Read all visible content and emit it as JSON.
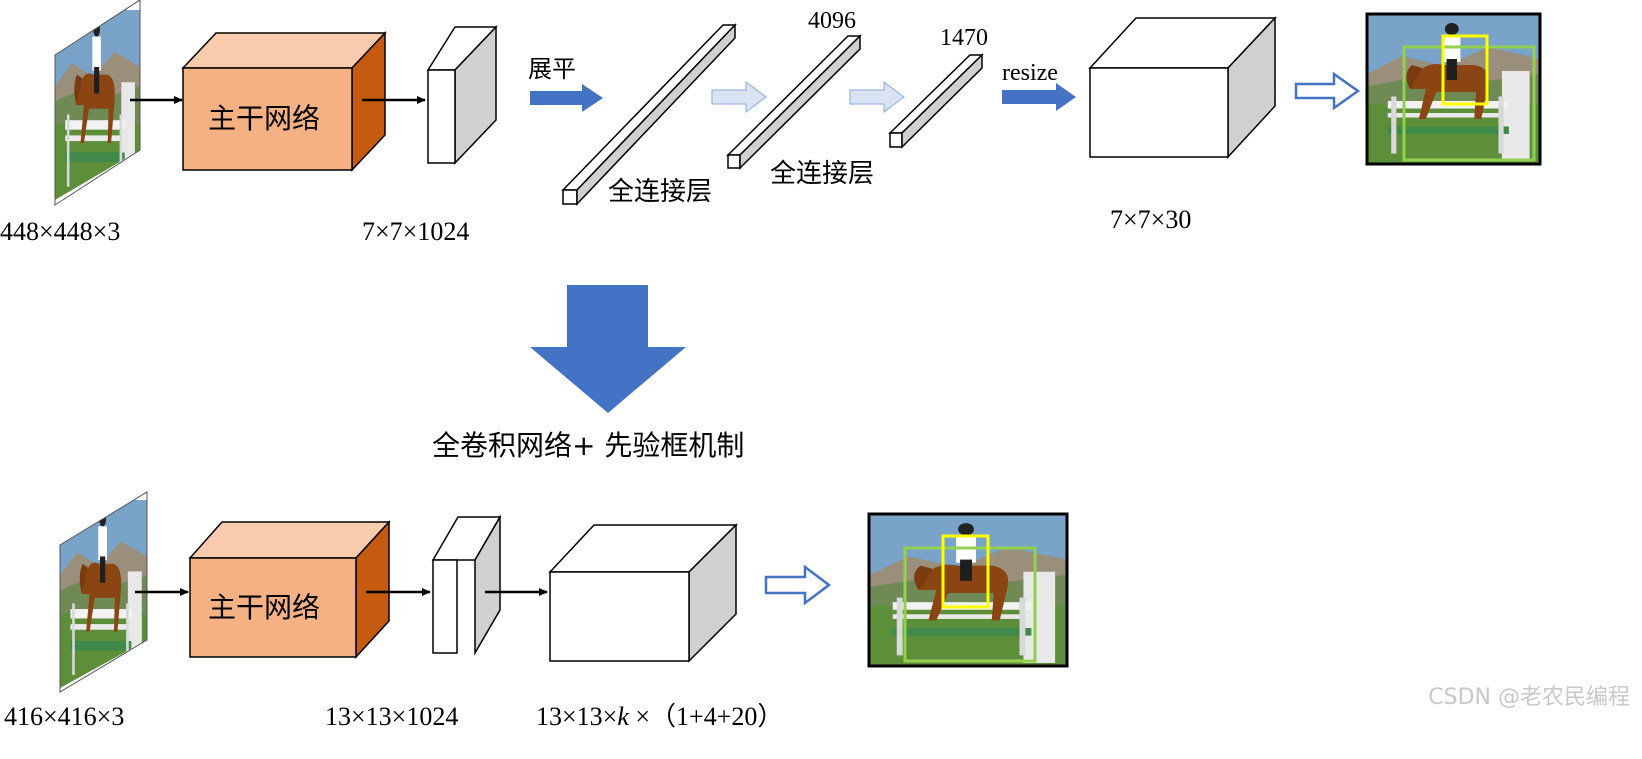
{
  "top_row": {
    "input_size": "448×448×3",
    "backbone_label": "主干网络",
    "feature_size": "7×7×1024",
    "flatten_label": "展平",
    "fc1_label": "全连接层",
    "fc2_label": "全连接层",
    "fc1_units": "4096",
    "fc2_units": "1470",
    "resize_label": "resize",
    "output_size": "7×7×30"
  },
  "transition": {
    "label": "全卷积网络+ 先验框机制"
  },
  "bottom_row": {
    "input_size": "416×416×3",
    "backbone_label": "主干网络",
    "feature_size": "13×13×1024",
    "output_size_prefix": "13×13×",
    "output_size_k": "k",
    "output_size_suffix": " ×（1+4+20）"
  },
  "watermark": "CSDN @老农民编程",
  "colors": {
    "backbone_front": "#f4b183",
    "backbone_top": "#f8cbad",
    "backbone_side": "#c55a11",
    "cube_side": "#d0d0d0",
    "arrow_blue": "#4472c4",
    "arrow_light": "#dae3f3",
    "box_yellow": "#ffff00",
    "box_green": "#92d050"
  }
}
